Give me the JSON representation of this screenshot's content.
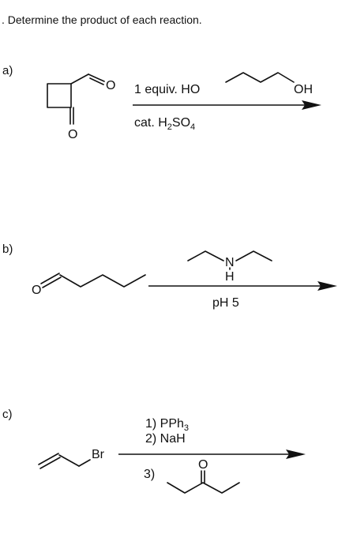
{
  "prompt": ". Determine the product of each reaction.",
  "parts": [
    {
      "label": "a)",
      "carbonyl_o_aldehyde": "O",
      "carbonyl_o_ketone": "O",
      "cond_top_1": "1 equiv. HO",
      "cond_top_oh": "OH",
      "cond_bottom_pre": "cat. H",
      "cond_bottom_sub1": "2",
      "cond_bottom_mid": "SO",
      "cond_bottom_sub2": "4"
    },
    {
      "label": "b)",
      "carbonyl_o": "O",
      "amine_n": "N",
      "amine_h": "H",
      "cond_bottom": "pH 5"
    },
    {
      "label": "c)",
      "halide": "Br",
      "step1_pre": "1) PPh",
      "step1_sub": "3",
      "step2": "2) NaH",
      "step3": "3)",
      "ketone_o": "O"
    }
  ]
}
